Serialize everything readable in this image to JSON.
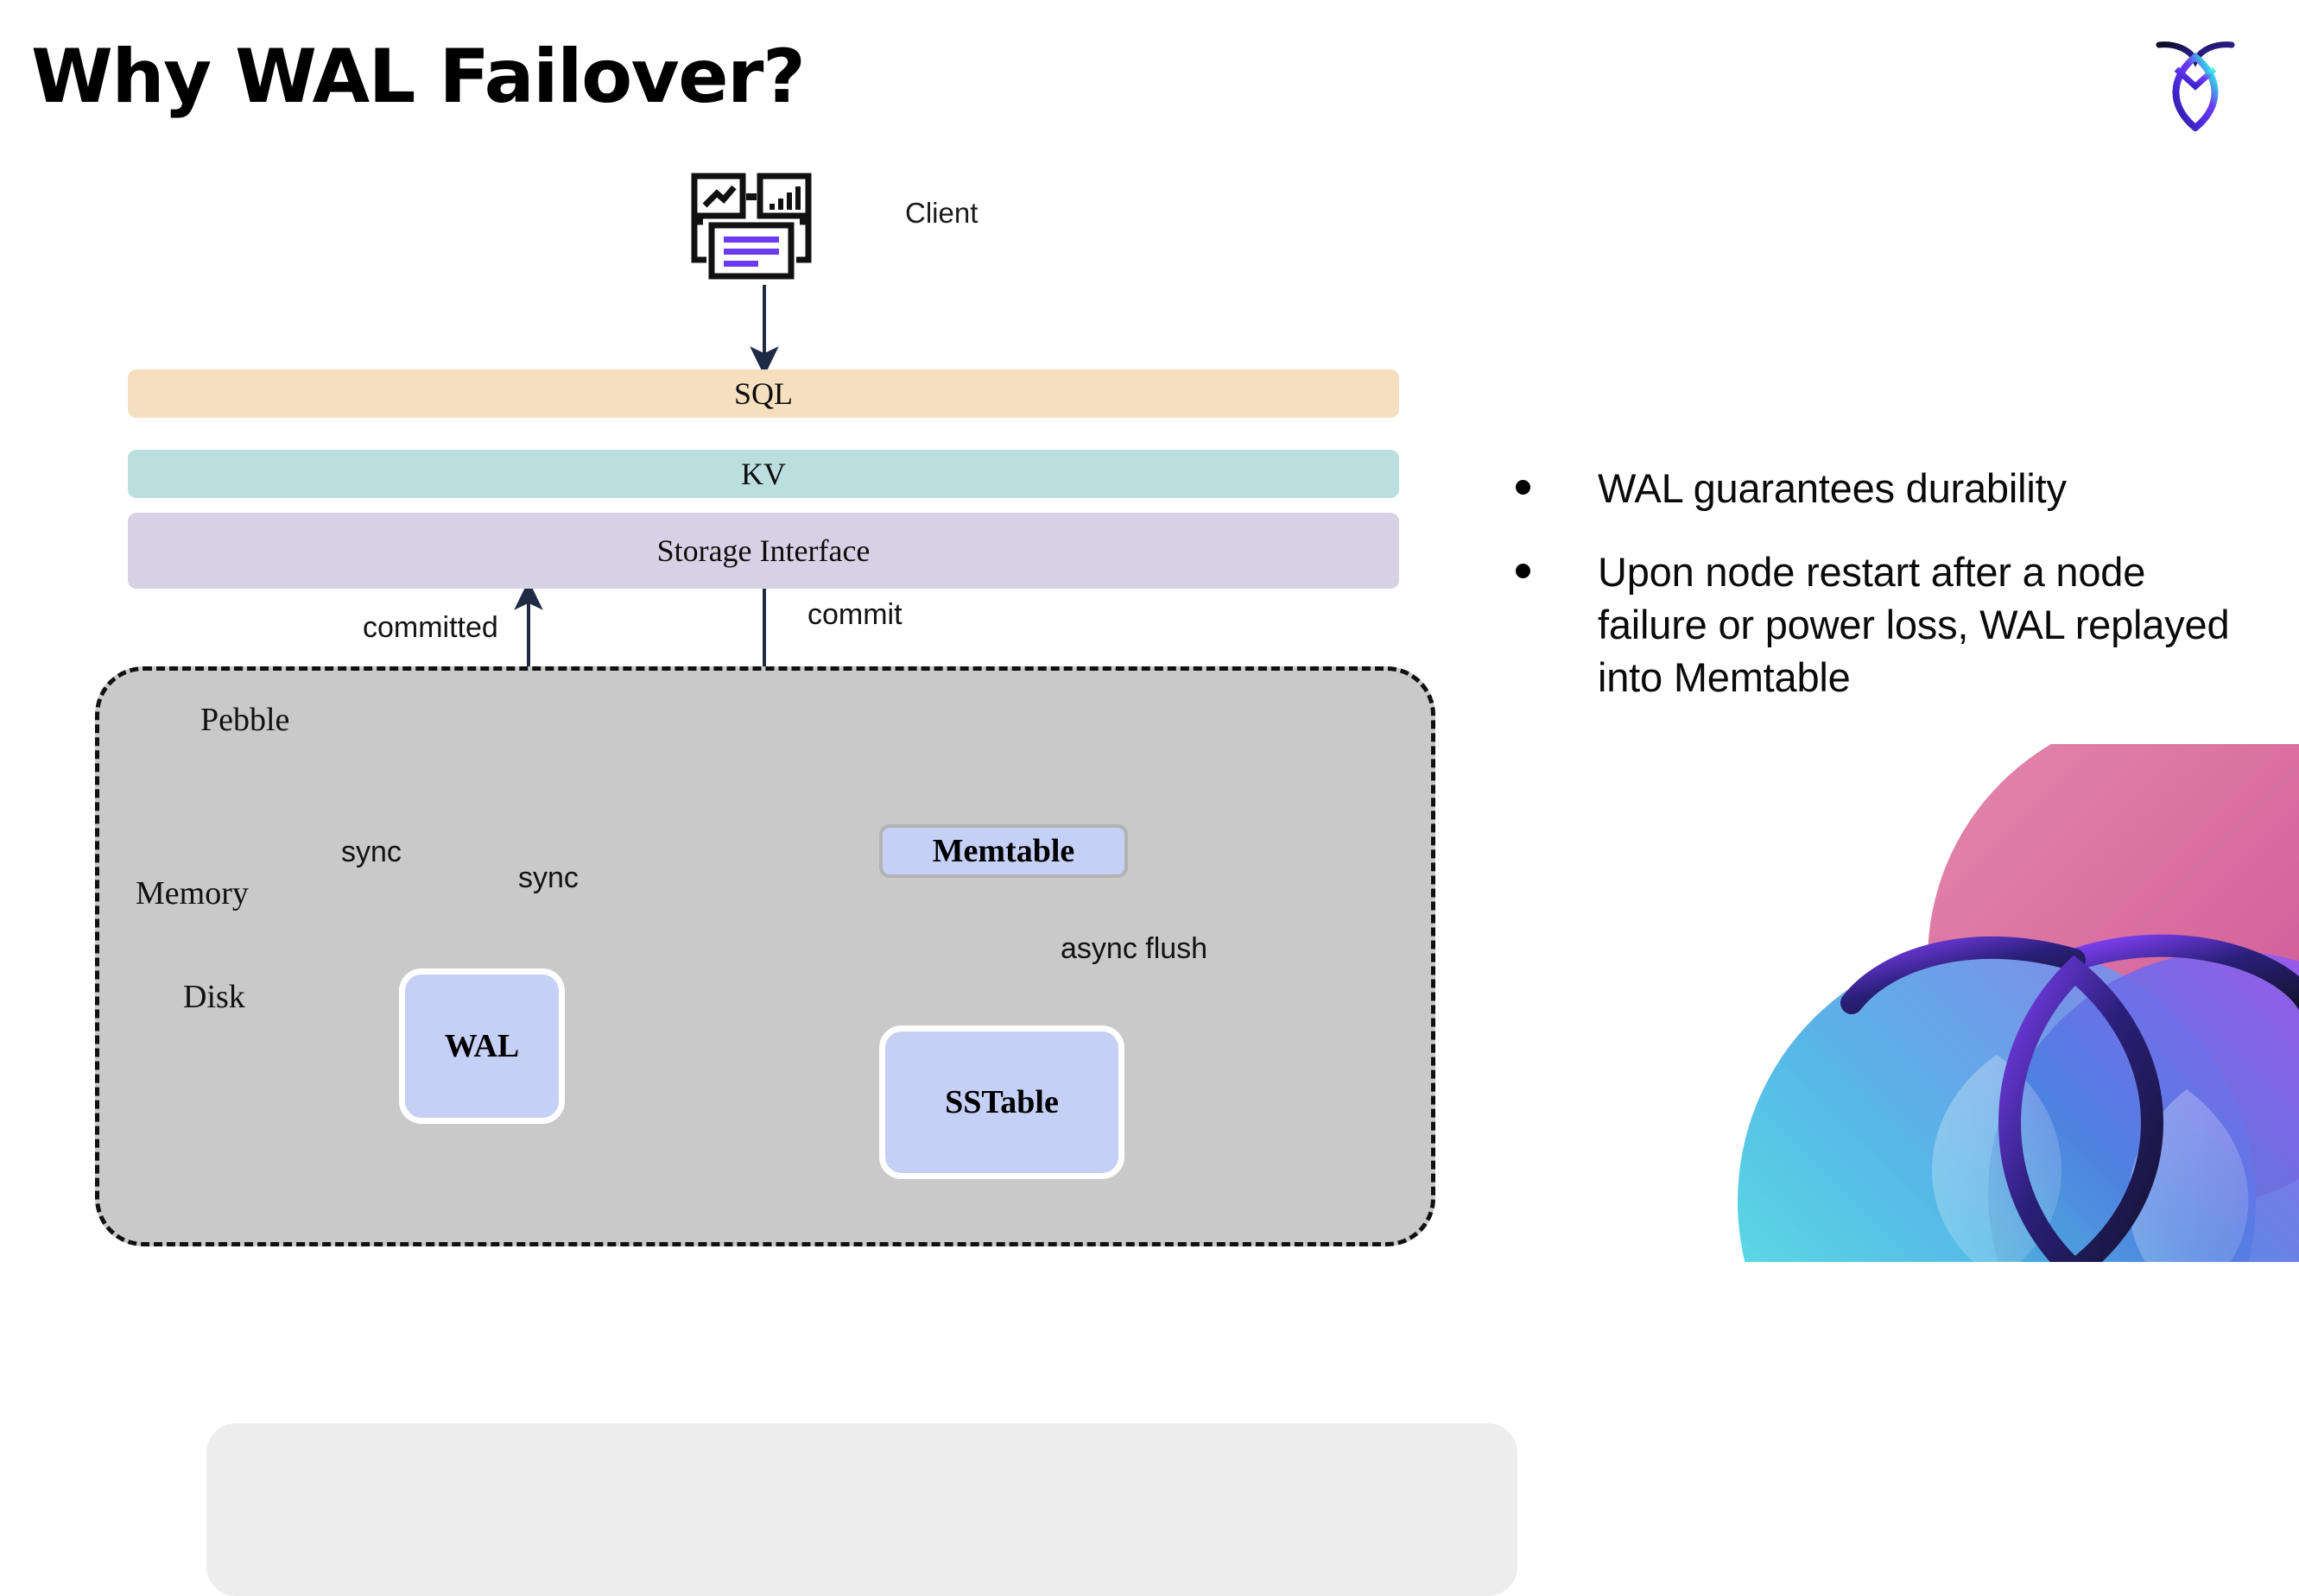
{
  "slide": {
    "title": "Why WAL Failover?"
  },
  "brand": {
    "logo_icon": "cockroach-leaf-logo-icon",
    "corner_art_icon": "decorative-gradient-circles"
  },
  "diagram": {
    "client": {
      "label": "Client",
      "icon": "client-dashboard-icon"
    },
    "layers": [
      {
        "id": "sql",
        "label": "SQL",
        "color": "#f5dfbf"
      },
      {
        "id": "kv",
        "label": "KV",
        "color": "#bbdedf"
      },
      {
        "id": "storage",
        "label": "Storage Interface",
        "color": "#d7d1e5"
      }
    ],
    "container": {
      "label": "Pebble",
      "fill": "#c9c9c9",
      "regions": [
        {
          "id": "memory",
          "label": "Memory",
          "fill": "#ededed"
        },
        {
          "id": "disk",
          "label": "Disk",
          "fill": "#c9c9c9"
        }
      ]
    },
    "stores": [
      {
        "id": "memtable",
        "label": "Memtable",
        "fill": "#c6d0f7"
      },
      {
        "id": "wal",
        "label": "WAL",
        "fill": "#c6d0f7"
      },
      {
        "id": "sstable",
        "label": "SSTable",
        "fill": "#c6d0f7"
      }
    ],
    "edges": [
      {
        "id": "committed",
        "label": "committed",
        "from": "wal",
        "to": "storage-interface"
      },
      {
        "id": "commit",
        "label": "commit",
        "from": "storage-interface",
        "to": "memtable"
      },
      {
        "id": "sync-left",
        "label": "sync",
        "from": "storage-interface",
        "to": "wal"
      },
      {
        "id": "sync-right",
        "label": "sync",
        "from": "storage-interface",
        "to": "wal"
      },
      {
        "id": "async-flush",
        "label": "async flush",
        "from": "memtable",
        "to": "sstable"
      }
    ],
    "edge_color": "#1f2a44"
  },
  "bullets": [
    {
      "text": "WAL guarantees durability"
    },
    {
      "text": "Upon node restart after a node failure or power loss, WAL replayed into Memtable"
    }
  ]
}
